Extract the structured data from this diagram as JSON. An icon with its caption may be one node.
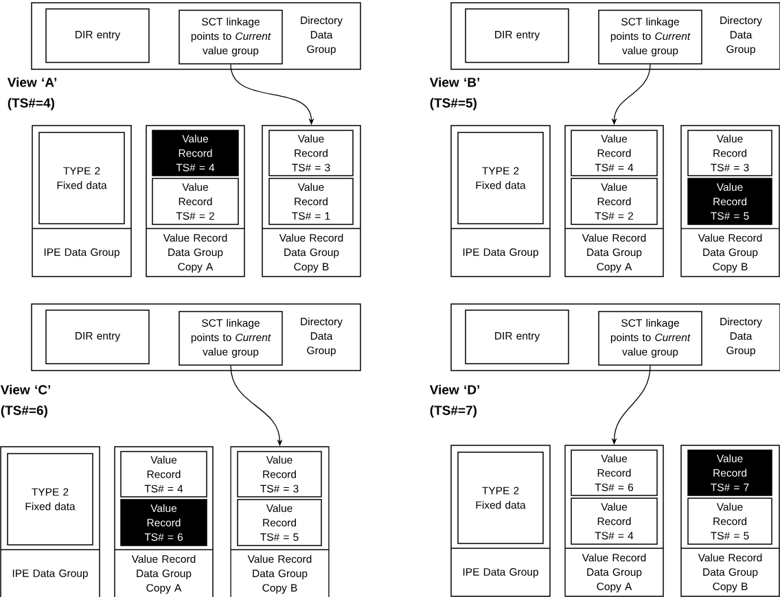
{
  "diagram": {
    "nodes": [
      {
        "text": [
          "Directory Data Group"
        ]
      },
      {
        "text": [
          "DIR entry"
        ],
        "in": 0
      },
      {
        "text": [
          "SCT linkage points to *Current* value group"
        ],
        "in": 0
      },
      {
        "text": [
          "IPE Data Group"
        ]
      },
      {
        "text": [
          "TYPE 2 Fixed data"
        ],
        "in": 3
      },
      {
        "text": [
          "Value Record Data Group Copy A"
        ]
      },
      {
        "text": [
          "Value Record TS# = 4"
        ],
        "in": 5
      },
      {
        "text": [
          "Value Record TS# = 2"
        ],
        "in": 5
      },
      {
        "text": [
          "Value Record Data Group Copy B"
        ]
      },
      {
        "text": [
          "Value Record TS# = 3"
        ],
        "in": 8
      },
      {
        "text": [
          "Value Record TS# = 1"
        ],
        "in": 8
      },
      {
        "text": [
          "Directory Data Group"
        ]
      },
      {
        "text": [
          "DIR entry"
        ],
        "in": 11
      },
      {
        "text": [
          "SCT linkage points to *Current* value group"
        ],
        "in": 11
      },
      {
        "text": [
          "IPE Data Group"
        ]
      },
      {
        "text": [
          "TYPE 2 Fixed data"
        ],
        "in": 14
      },
      {
        "text": [
          "Value Record Data Group Copy A"
        ]
      },
      {
        "text": [
          "Value Record TS# = 4"
        ],
        "in": 16
      },
      {
        "text": [
          "Value Record TS# = 2"
        ],
        "in": 16
      },
      {
        "text": [
          "Value Record Data Group Copy B"
        ]
      },
      {
        "text": [
          "Value Record TS# = 3"
        ],
        "in": 19
      },
      {
        "text": [
          "Value Record TS# = 5"
        ],
        "in": 19
      },
      {
        "text": [
          "Directory Data Group"
        ]
      },
      {
        "text": [
          "DIR entry"
        ],
        "in": 22
      },
      {
        "text": [
          "SCT linkage points to *Current* value group"
        ],
        "in": 22
      },
      {
        "text": [
          "IPE Data Group"
        ]
      },
      {
        "text": [
          "TYPE 2 Fixed data"
        ],
        "in": 25
      },
      {
        "text": [
          "Value Record Data Group Copy A"
        ]
      },
      {
        "text": [
          "Value Record TS# = 4"
        ],
        "in": 27
      },
      {
        "text": [
          "Value Record TS# = 6"
        ],
        "in": 27
      },
      {
        "text": [
          "Value Record Data Group Copy B"
        ]
      },
      {
        "text": [
          "Value Record TS# = 3"
        ],
        "in": 30
      },
      {
        "text": [
          "Value Record TS# = 5"
        ],
        "in": 30
      },
      {
        "text": [
          "Directory Data Group"
        ]
      },
      {
        "text": [
          "DIR entry"
        ],
        "in": 33
      },
      {
        "text": [
          "SCT linkage points to *Current* value group"
        ],
        "in": 33
      },
      {
        "text": [
          "IPE Data Group"
        ]
      },
      {
        "text": [
          "TYPE 2 Fixed data"
        ],
        "in": 36
      },
      {
        "text": [
          "Value Record Data Group Copy A"
        ]
      },
      {
        "text": [
          "Value Record TS# = 6"
        ],
        "in": 38
      },
      {
        "text": [
          "Value Record TS# = 4"
        ],
        "in": 38
      },
      {
        "text": [
          "Value Record Data Group Copy B"
        ]
      },
      {
        "text": [
          "Value Record TS# = 7"
        ],
        "in": 41
      },
      {
        "text": [
          "Value Record TS# = 5"
        ],
        "in": 41
      }
    ],
    "edges": [
      {
        "from": 2,
        "to": 8,
        "arrow": "to"
      },
      {
        "from": 13,
        "to": 16,
        "arrow": "to"
      },
      {
        "from": 24,
        "to": 30,
        "arrow": "to"
      },
      {
        "from": 35,
        "to": 38,
        "arrow": "to"
      }
    ],
    "labels": [
      "View ‘A’ (TS#=4)",
      "View ‘B’ (TS#=5)",
      "View ‘C’ (TS#=6)",
      "View ‘D’ (TS#=7)"
    ]
  }
}
